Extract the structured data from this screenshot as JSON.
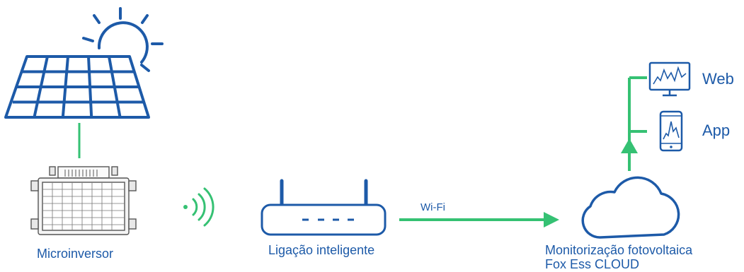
{
  "labels": {
    "microinverter": "Microinversor",
    "router": "Ligação inteligente",
    "wifi": "Wi-Fi",
    "cloud_line1": "Monitorização fotovoltaica",
    "cloud_line2": "Fox Ess CLOUD",
    "web": "Web",
    "app": "App"
  },
  "colors": {
    "blue": "#1d5aa8",
    "green": "#35c173",
    "gray": "#555555"
  },
  "icons": [
    "sun-icon",
    "solar-panel-icon",
    "microinverter-icon",
    "wireless-signal-icon",
    "router-icon",
    "cloud-icon",
    "monitor-icon",
    "smartphone-icon"
  ]
}
